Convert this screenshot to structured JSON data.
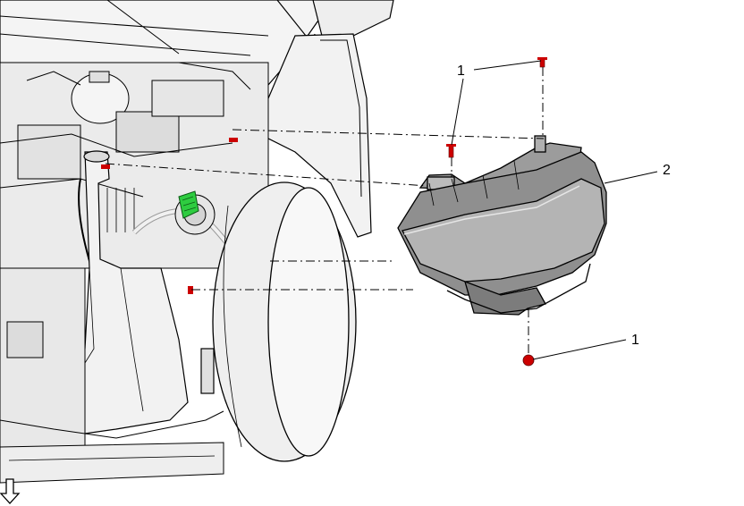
{
  "diagram": {
    "callouts": [
      {
        "id": "bolt-upper",
        "label": "1"
      },
      {
        "id": "headlamp-assembly",
        "label": "2"
      },
      {
        "id": "bolt-lower",
        "label": "1"
      }
    ],
    "direction_indicator": "front-of-vehicle-arrow",
    "colors": {
      "line_art": "#000000",
      "fastener_red": "#cc0000",
      "connector_green": "#2ecc40",
      "shading_light": "#f2f2f2",
      "shading_mid": "#d9d9d9",
      "shading_dark": "#8a8a8a"
    }
  }
}
